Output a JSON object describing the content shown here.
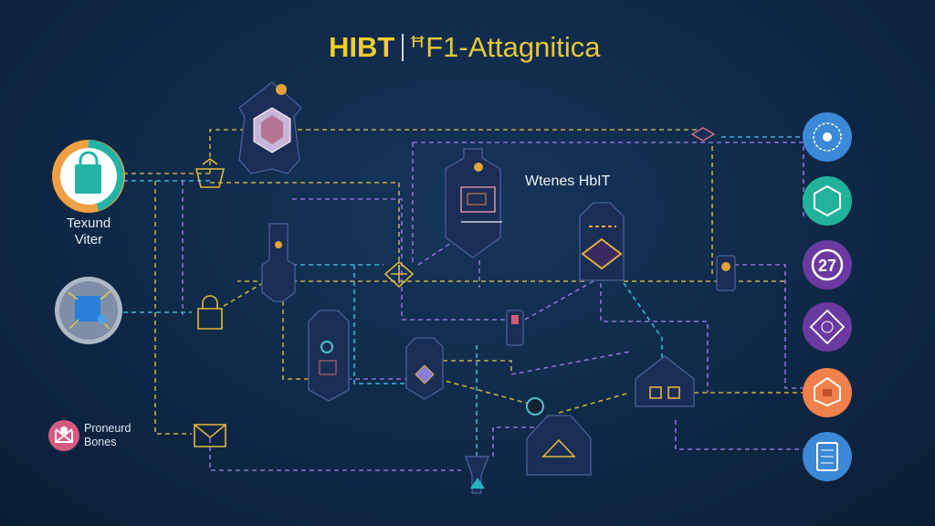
{
  "title": {
    "brand": "HIBT",
    "subtitle": "ꟸF1-Attagnitica"
  },
  "left_nodes": [
    {
      "label_line1": "Texund",
      "label_line2": "Viter",
      "icon": "shopping-bag-icon"
    },
    {
      "icon": "device-icon"
    },
    {
      "label_line1": "Proneurd",
      "label_line2": "Bones",
      "icon": "envelope-heart-icon"
    }
  ],
  "center_label": "Wtenes HbIT",
  "right_nodes": [
    {
      "icon": "globe-icon",
      "color": "#3a88d6"
    },
    {
      "icon": "hexagon-network-icon",
      "color": "#21b39a"
    },
    {
      "icon": "number-badge-icon",
      "text": "27",
      "color": "#6b3aa0"
    },
    {
      "icon": "diamond-network-icon",
      "color": "#6b3aa0"
    },
    {
      "icon": "house-shield-icon",
      "color": "#f0804c"
    },
    {
      "icon": "document-cabinet-icon",
      "color": "#3a88d6"
    }
  ],
  "colors": {
    "yellow": "#c8ad3c",
    "purple": "#8b6fd6",
    "cyan": "#37b6d6",
    "background": "#0f2846"
  }
}
